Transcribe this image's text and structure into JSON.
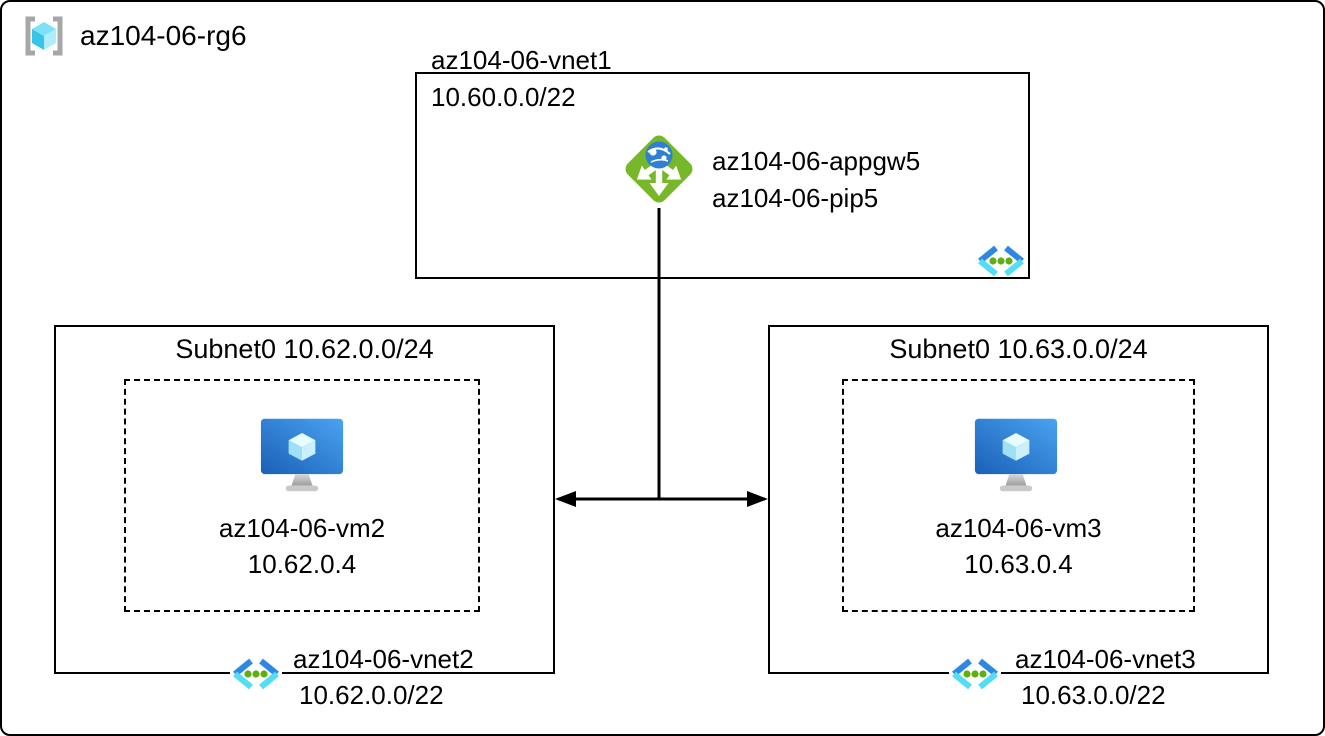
{
  "colors": {
    "line": "#000000",
    "appgw_green": "#76b82a",
    "globe_blue": "#2f7fd3",
    "vm_blue_dark": "#1a60b8",
    "vm_blue_light": "#4aa3f0",
    "vnet_blue": "#2e87e2",
    "vnet_cyan": "#54ddf7",
    "vnet_dot_green": "#5fae14",
    "rg_bracket_gray": "#a6a7a9",
    "cube_top": "#7de2f8",
    "cube_left": "#38c4e9",
    "cube_right": "#aeeefc"
  },
  "resource_group": {
    "name": "az104-06-rg6"
  },
  "vnet1": {
    "name": "az104-06-vnet1",
    "cidr": "10.60.0.0/22",
    "app_gateway": {
      "name": "az104-06-appgw5",
      "public_ip": "az104-06-pip5"
    }
  },
  "subnets": {
    "left": {
      "title": "Subnet0 10.62.0.0/24",
      "vm": {
        "name": "az104-06-vm2",
        "ip": "10.62.0.4"
      },
      "vnet": {
        "name": "az104-06-vnet2",
        "cidr": "10.62.0.0/22"
      }
    },
    "right": {
      "title": "Subnet0 10.63.0.0/24",
      "vm": {
        "name": "az104-06-vm3",
        "ip": "10.63.0.4"
      },
      "vnet": {
        "name": "az104-06-vnet3",
        "cidr": "10.63.0.0/22"
      }
    }
  }
}
